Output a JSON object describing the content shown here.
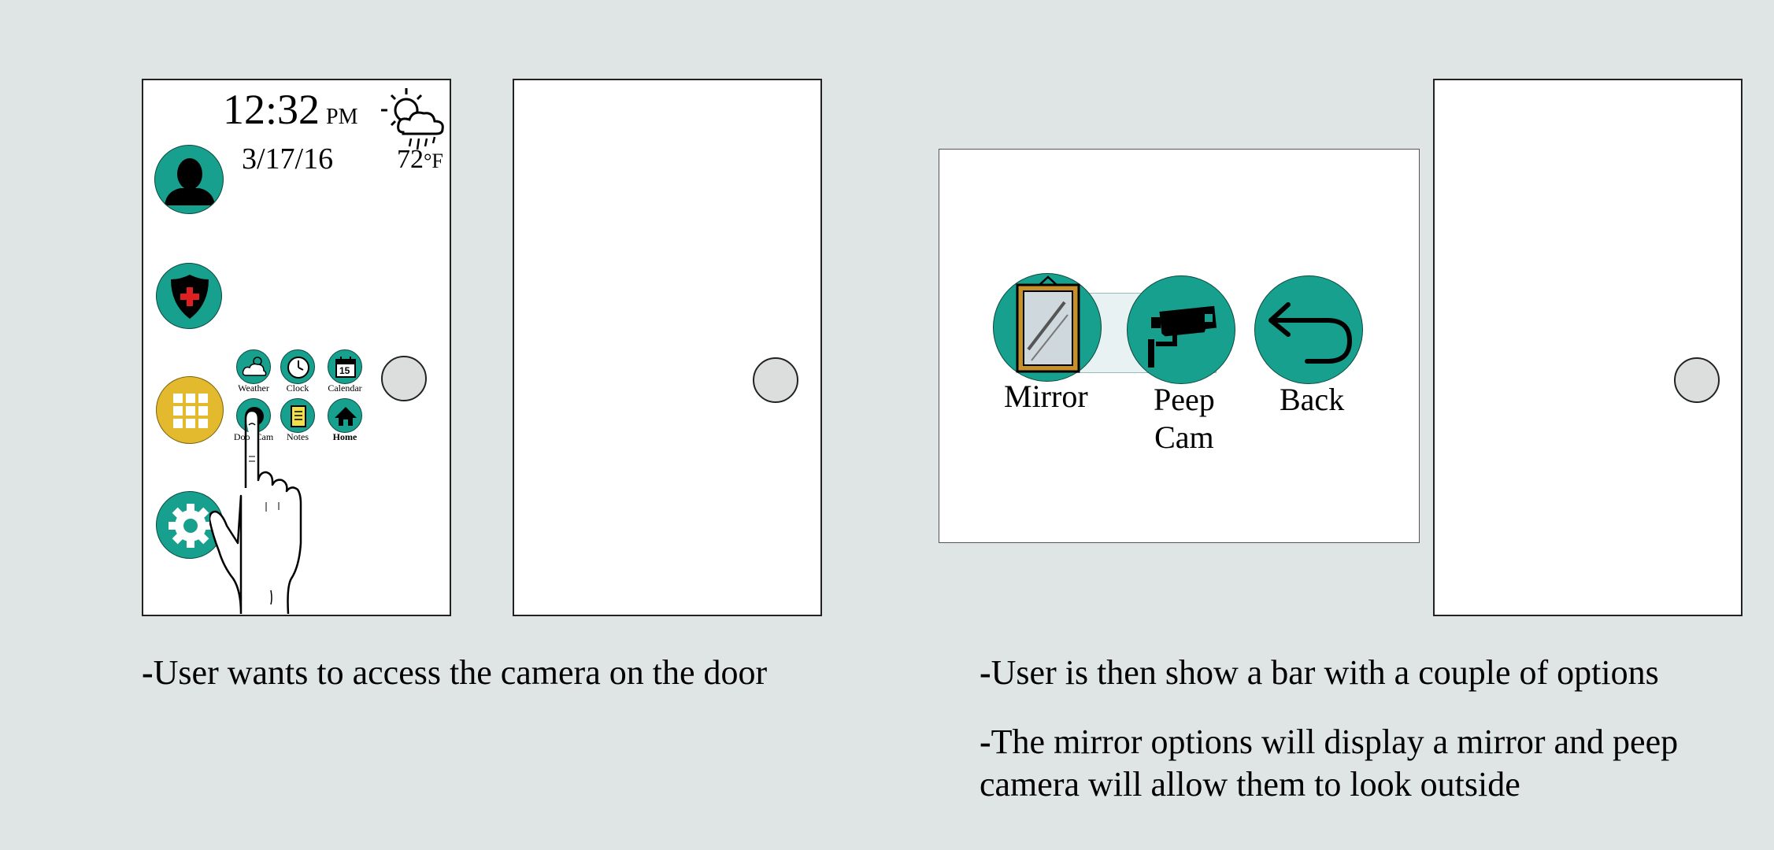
{
  "home_screen": {
    "time": "12:32",
    "ampm": "PM",
    "date": "3/17/16",
    "temperature": "72",
    "temp_unit": "°F",
    "apps": [
      {
        "label": "Weather",
        "icon": "weather-icon"
      },
      {
        "label": "Clock",
        "icon": "clock-icon"
      },
      {
        "label": "Calendar",
        "icon": "calendar-icon",
        "badge": "15"
      },
      {
        "label": "Door Cam",
        "icon": "door-cam-icon"
      },
      {
        "label": "Notes",
        "icon": "notes-icon"
      },
      {
        "label": "Home",
        "icon": "home-icon"
      }
    ],
    "side_icons": [
      "user-avatar-icon",
      "security-shield-icon",
      "app-grid-icon",
      "settings-gear-icon"
    ]
  },
  "options_screen": {
    "options": [
      {
        "label": "Mirror",
        "icon": "mirror-icon"
      },
      {
        "label": "Peep\nCam",
        "label_line1": "Peep",
        "label_line2": "Cam",
        "icon": "security-camera-icon"
      },
      {
        "label": "Back",
        "icon": "back-arrow-icon"
      }
    ]
  },
  "captions": {
    "left": "User wants to access the camera on the door",
    "right_1": "User is then show a bar with a couple of options",
    "right_2_line1": "The mirror options will display a mirror and peep",
    "right_2_line2": "camera will allow them to look outside"
  },
  "colors": {
    "background": "#dfe5e5",
    "teal": "#17a08d",
    "yellow": "#e3b92d",
    "shield_red": "#e02020"
  }
}
